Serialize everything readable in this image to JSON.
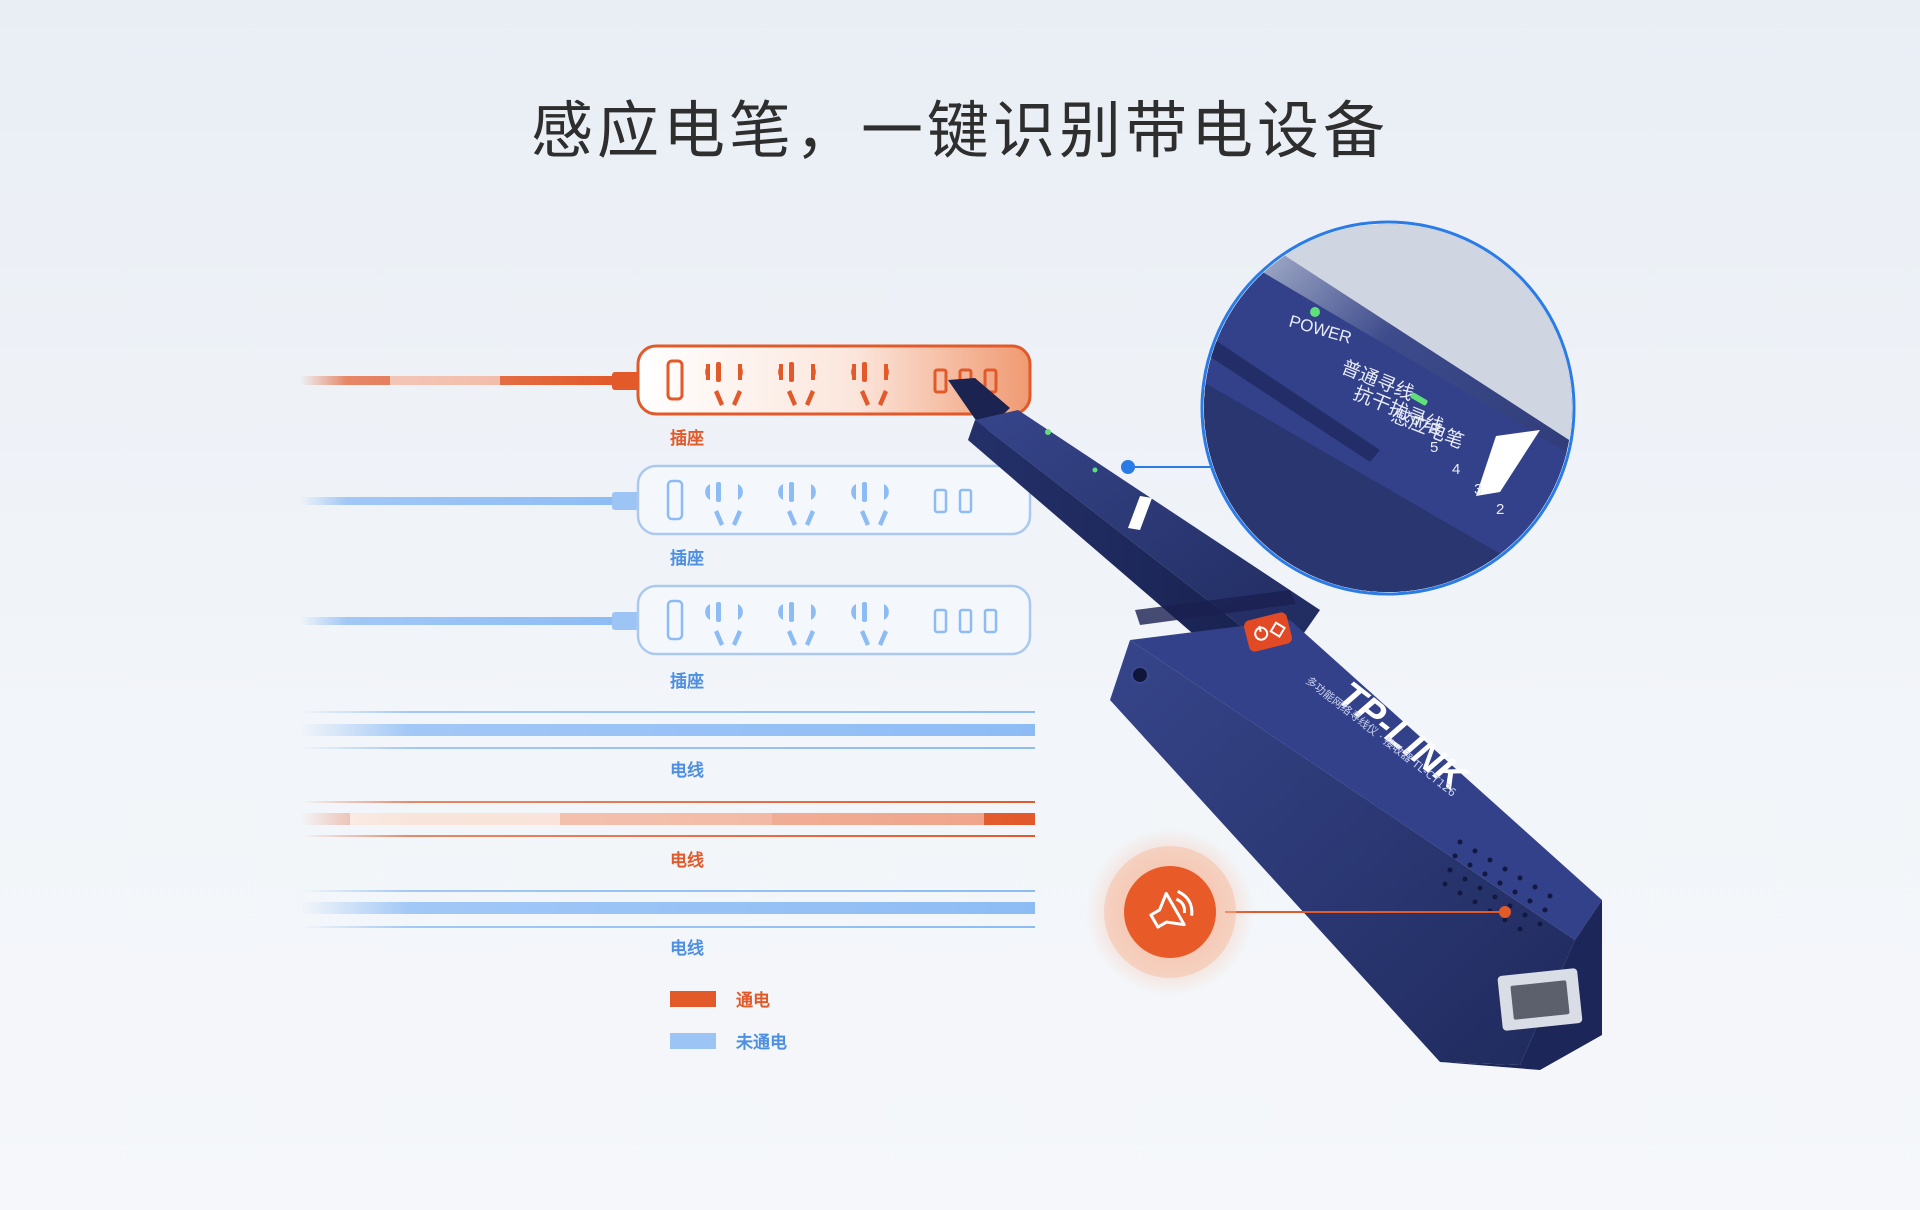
{
  "page": {
    "title": "感应电笔，一键识别带电设备"
  },
  "items": [
    {
      "kind": "socket",
      "label": "插座",
      "live": true
    },
    {
      "kind": "socket",
      "label": "插座",
      "live": false
    },
    {
      "kind": "socket",
      "label": "插座",
      "live": false
    },
    {
      "kind": "wire",
      "label": "电线",
      "live": false
    },
    {
      "kind": "wire",
      "label": "电线",
      "live": true
    },
    {
      "kind": "wire",
      "label": "电线",
      "live": false
    }
  ],
  "legend": [
    {
      "label": "通电",
      "color": "#e2592a"
    },
    {
      "label": "未通电",
      "color": "#9cc4f5"
    }
  ],
  "device": {
    "brand": "TP-LINK",
    "model_line": "多功能网络寻线仪 · 接收器  TL-CT126",
    "panel_labels": [
      "POWER",
      "普通寻线",
      "抗干扰寻线",
      "感应电笔"
    ],
    "level_numbers": [
      "5",
      "4",
      "3",
      "2"
    ]
  },
  "colors": {
    "live": "#e2592a",
    "dead": "#4d8fe0",
    "dead_light": "#bcd6f7",
    "device_body": "#2d3a78",
    "zoom_ring": "#2a7be6"
  },
  "icons": {
    "speaker": "speaker-icon",
    "power_button": "power-button-icon"
  }
}
